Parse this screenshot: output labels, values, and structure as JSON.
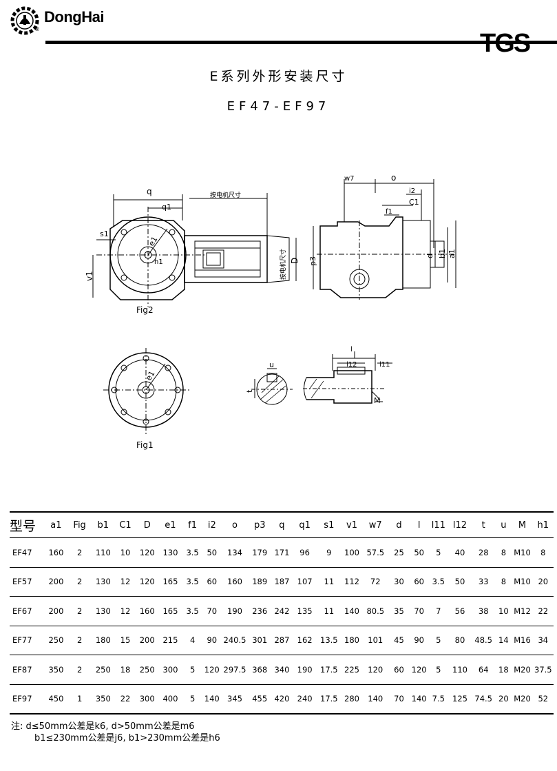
{
  "header": {
    "brand": "DongHai",
    "reg_mark": "®",
    "series_logo": "TGS"
  },
  "title": {
    "main": "E系列外形安装尺寸",
    "models": "EF47-EF97"
  },
  "drawings": {
    "fig1_label": "Fig1",
    "fig2_label": "Fig2",
    "motor_dim_top": "按电机尺寸",
    "motor_dim_side": "按电机尺寸",
    "labels": {
      "q": "q",
      "q1": "q1",
      "s1": "s1",
      "e1": "e1",
      "h1": "h1",
      "v1": "v1",
      "D": "D",
      "w7": "w7",
      "o": "o",
      "i2": "i2",
      "C1": "C1",
      "f1": "f1",
      "p3": "p3",
      "d": "d",
      "b1": "b1",
      "a1": "a1",
      "u": "u",
      "t": "t",
      "l": "l",
      "l12": "l12",
      "l11": "l11",
      "M": "M"
    }
  },
  "table": {
    "headers": [
      "型号",
      "a1",
      "Fig",
      "b1",
      "C1",
      "D",
      "e1",
      "f1",
      "i2",
      "o",
      "p3",
      "q",
      "q1",
      "s1",
      "v1",
      "w7",
      "d",
      "l",
      "l11",
      "l12",
      "t",
      "u",
      "M",
      "h1"
    ],
    "rows": [
      [
        "EF47",
        "160",
        "2",
        "110",
        "10",
        "120",
        "130",
        "3.5",
        "50",
        "134",
        "179",
        "171",
        "96",
        "9",
        "100",
        "57.5",
        "25",
        "50",
        "5",
        "40",
        "28",
        "8",
        "M10",
        "8"
      ],
      [
        "EF57",
        "200",
        "2",
        "130",
        "12",
        "120",
        "165",
        "3.5",
        "60",
        "160",
        "189",
        "187",
        "107",
        "11",
        "112",
        "72",
        "30",
        "60",
        "3.5",
        "50",
        "33",
        "8",
        "M10",
        "20"
      ],
      [
        "EF67",
        "200",
        "2",
        "130",
        "12",
        "160",
        "165",
        "3.5",
        "70",
        "190",
        "236",
        "242",
        "135",
        "11",
        "140",
        "80.5",
        "35",
        "70",
        "7",
        "56",
        "38",
        "10",
        "M12",
        "22"
      ],
      [
        "EF77",
        "250",
        "2",
        "180",
        "15",
        "200",
        "215",
        "4",
        "90",
        "240.5",
        "301",
        "287",
        "162",
        "13.5",
        "180",
        "101",
        "45",
        "90",
        "5",
        "80",
        "48.5",
        "14",
        "M16",
        "34"
      ],
      [
        "EF87",
        "350",
        "2",
        "250",
        "18",
        "250",
        "300",
        "5",
        "120",
        "297.5",
        "368",
        "340",
        "190",
        "17.5",
        "225",
        "120",
        "60",
        "120",
        "5",
        "110",
        "64",
        "18",
        "M20",
        "37.5"
      ],
      [
        "EF97",
        "450",
        "1",
        "350",
        "22",
        "300",
        "400",
        "5",
        "140",
        "345",
        "455",
        "420",
        "240",
        "17.5",
        "280",
        "140",
        "70",
        "140",
        "7.5",
        "125",
        "74.5",
        "20",
        "M20",
        "52"
      ]
    ]
  },
  "notes": {
    "line1": "注: d≤50mm公差是k6, d>50mm公差是m6",
    "line2": "b1≤230mm公差是j6, b1>230mm公差是h6"
  }
}
